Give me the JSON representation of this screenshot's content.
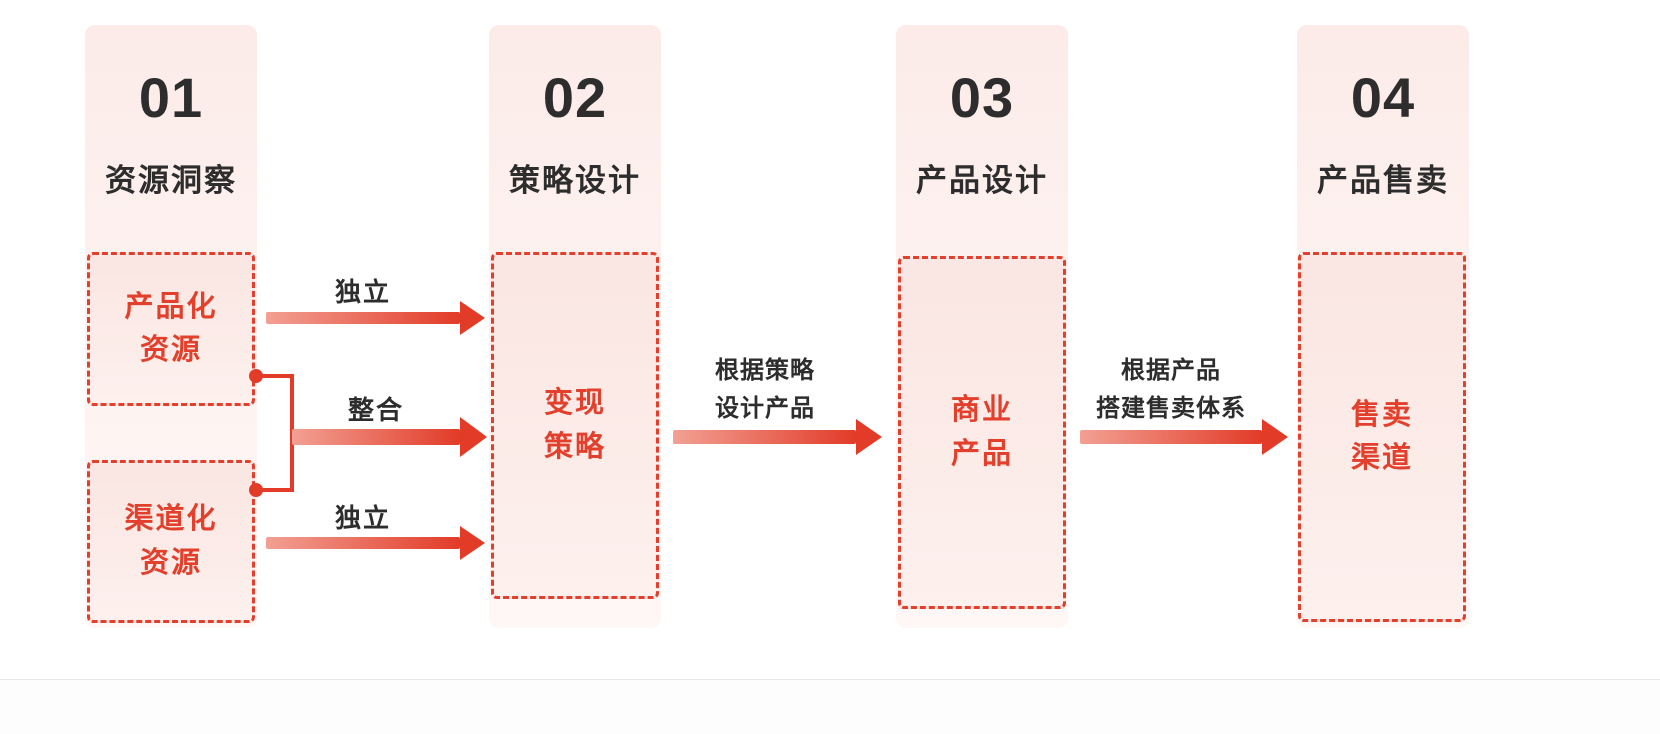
{
  "colors": {
    "accent_red": "#e23b28",
    "dashed_border": "#e2402c",
    "column_bg_top": "#fcebe8",
    "column_bg_bottom": "#fef7f6",
    "box_fill": "#fae6e2",
    "text_dark": "#2d2d2d",
    "divider": "#e7e7e7"
  },
  "steps": [
    {
      "number": "01",
      "title": "资源洞察"
    },
    {
      "number": "02",
      "title": "策略设计"
    },
    {
      "number": "03",
      "title": "产品设计"
    },
    {
      "number": "04",
      "title": "产品售卖"
    }
  ],
  "boxes": {
    "productized": "产品化\n资源",
    "channelized": "渠道化\n资源",
    "strategy": "变现\n策略",
    "product": "商业\n产品",
    "channel": "售卖\n渠道"
  },
  "arrows": {
    "independent_top": "独立",
    "integrate": "整合",
    "independent_bottom": "独立",
    "strategy_to_product": "根据策略\n设计产品",
    "product_to_channel": "根据产品\n搭建售卖体系"
  }
}
